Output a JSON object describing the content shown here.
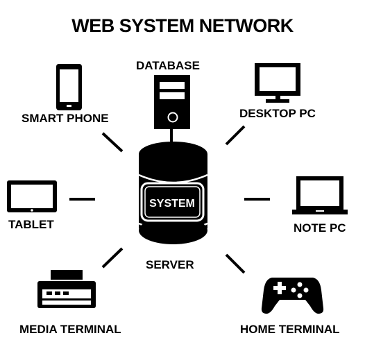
{
  "diagram": {
    "title": "WEB SYSTEM NETWORK",
    "center": {
      "label": "SERVER",
      "screen_text": "SYSTEM"
    },
    "nodes": {
      "database": {
        "label": "DATABASE",
        "icon": "database-server-icon"
      },
      "smartphone": {
        "label": "SMART PHONE",
        "icon": "smartphone-icon"
      },
      "desktop": {
        "label": "DESKTOP PC",
        "icon": "desktop-monitor-icon"
      },
      "tablet": {
        "label": "TABLET",
        "icon": "tablet-icon"
      },
      "notepc": {
        "label": "NOTE PC",
        "icon": "laptop-icon"
      },
      "media": {
        "label": "MEDIA TERMINAL",
        "icon": "printer-icon"
      },
      "home": {
        "label": "HOME TERMINAL",
        "icon": "gamepad-icon"
      }
    },
    "colors": {
      "ink": "#000000",
      "background": "#ffffff"
    }
  }
}
